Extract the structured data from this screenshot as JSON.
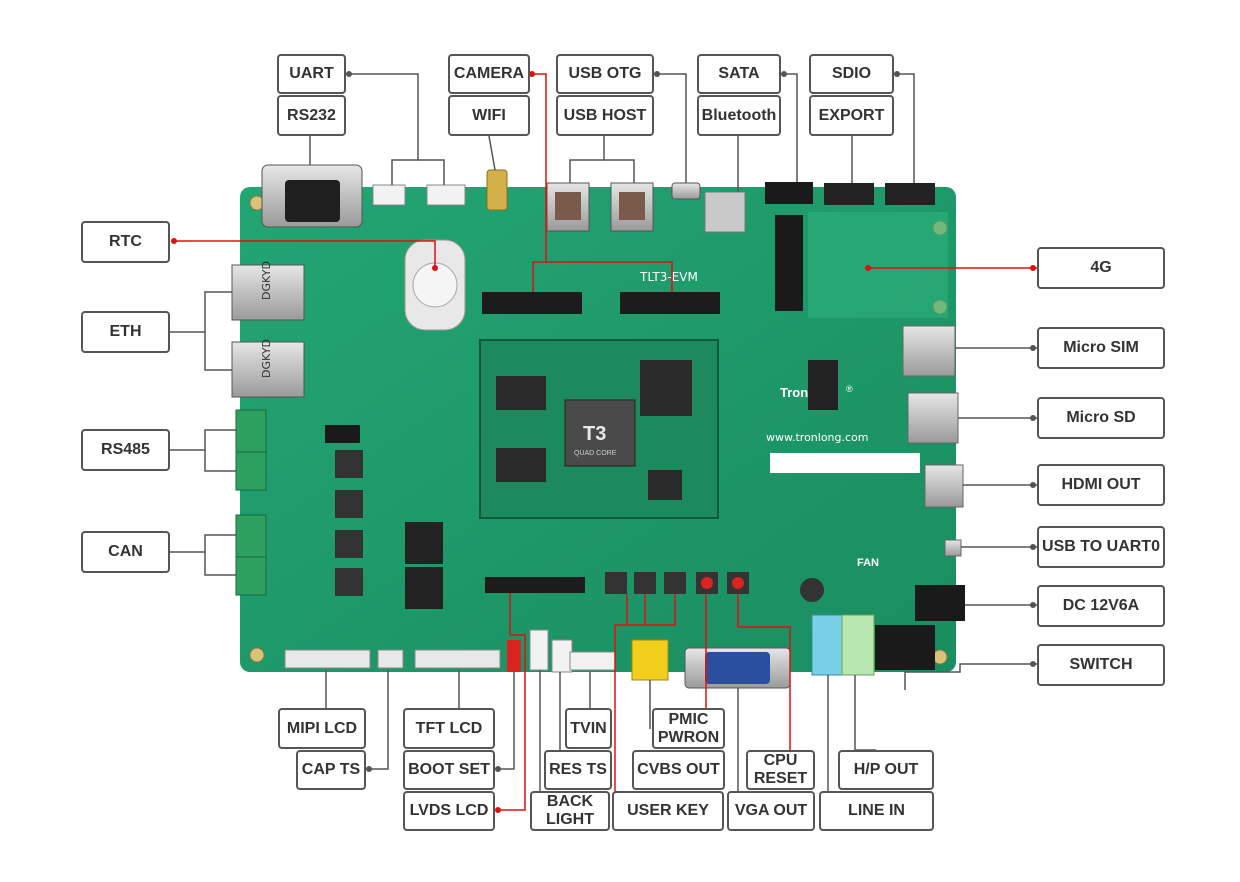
{
  "board": {
    "model": "TLT3-EVM",
    "brand": "Tronlong",
    "brand_mark": "®",
    "website": "www.tronlong.com",
    "som_chip": "T3",
    "som_chip_sub": "QUAD CORE",
    "fan_label": "FAN",
    "eth_jack_text": "DGKYD",
    "colors": {
      "pcb": "#1f9a6b",
      "pcb_dark": "#157a52",
      "connector_label_border": "#555555",
      "leader_gray": "#555555",
      "leader_red": "#e01010"
    }
  },
  "labels": {
    "uart": "UART",
    "rs232": "RS232",
    "camera": "CAMERA",
    "wifi": "WIFI",
    "usb_otg": "USB OTG",
    "usb_host": "USB HOST",
    "sata": "SATA",
    "bluetooth": "Bluetooth",
    "sdio": "SDIO",
    "export": "EXPORT",
    "rtc": "RTC",
    "eth": "ETH",
    "rs485": "RS485",
    "can": "CAN",
    "lte_4g": "4G",
    "micro_sim": "Micro SIM",
    "micro_sd": "Micro SD",
    "hdmi_out": "HDMI OUT",
    "usb_to_uart0": "USB TO UART0",
    "dc_12v6a": "DC 12V6A",
    "switch": "SWITCH",
    "mipi_lcd": "MIPI LCD",
    "cap_ts": "CAP TS",
    "tft_lcd": "TFT LCD",
    "boot_set": "BOOT SET",
    "lvds_lcd": "LVDS LCD",
    "tvin": "TVIN",
    "res_ts": "RES TS",
    "back_light": "BACK\nLIGHT",
    "pmic_pwron": "PMIC\nPWRON",
    "cvbs_out": "CVBS OUT",
    "user_key": "USER KEY",
    "cpu_reset": "CPU\nRESET",
    "vga_out": "VGA OUT",
    "h_p_out": "H/P OUT",
    "line_in": "LINE IN"
  }
}
